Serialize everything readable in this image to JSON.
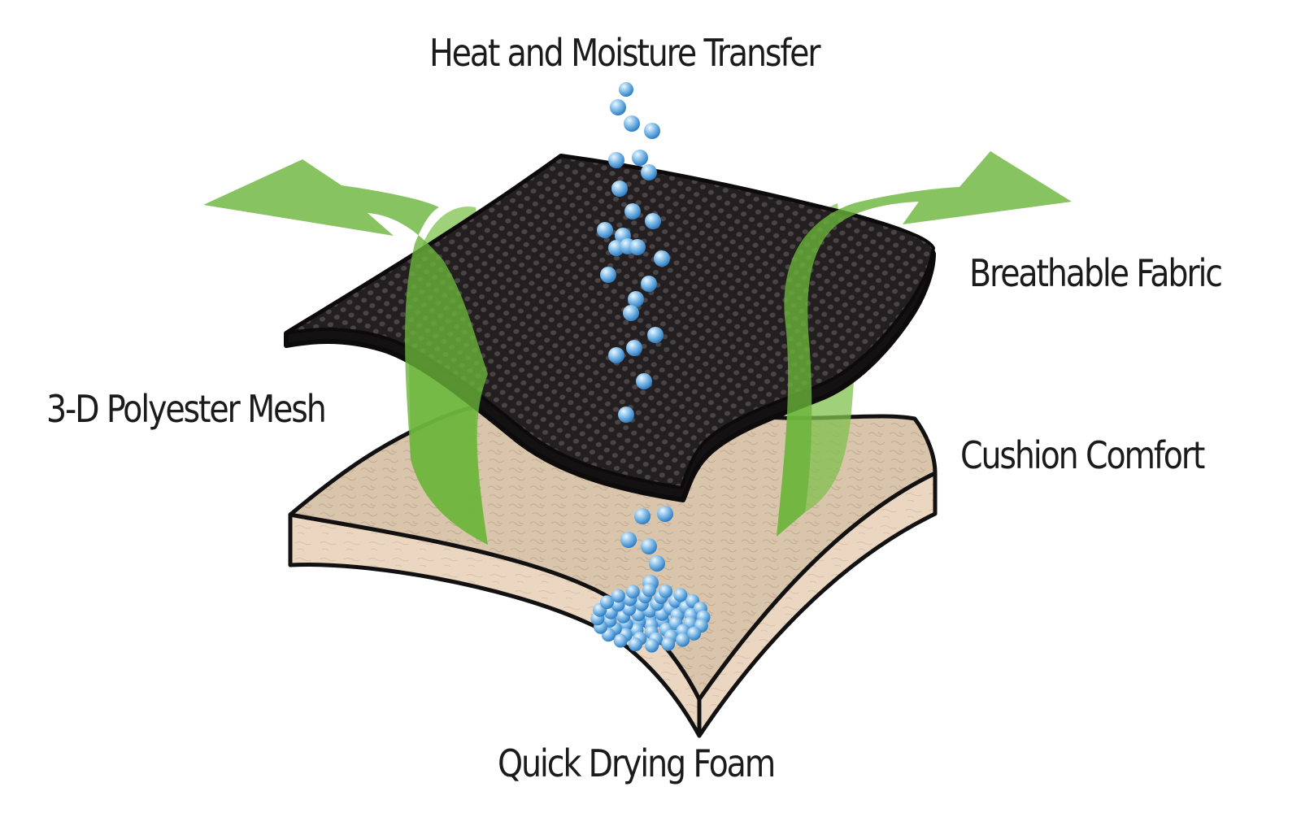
{
  "labels": {
    "top": "Heat and Moisture Transfer",
    "fabric": "Breathable Fabric",
    "mesh": "3-D Polyester Mesh",
    "cushion": "Cushion Comfort",
    "foam": "Quick Drying Foam"
  },
  "colors": {
    "fabric_fill": "#231f20",
    "fabric_hole": "#3a3536",
    "foam_top": "#d8c3ab",
    "foam_side": "#e7d3bd",
    "outline": "#111111",
    "arrow": "#6ab43a",
    "droplet": "#5aa0d6"
  },
  "icons": {
    "droplets": "water-droplet-icon",
    "arrows": "airflow-arrow-icon"
  }
}
